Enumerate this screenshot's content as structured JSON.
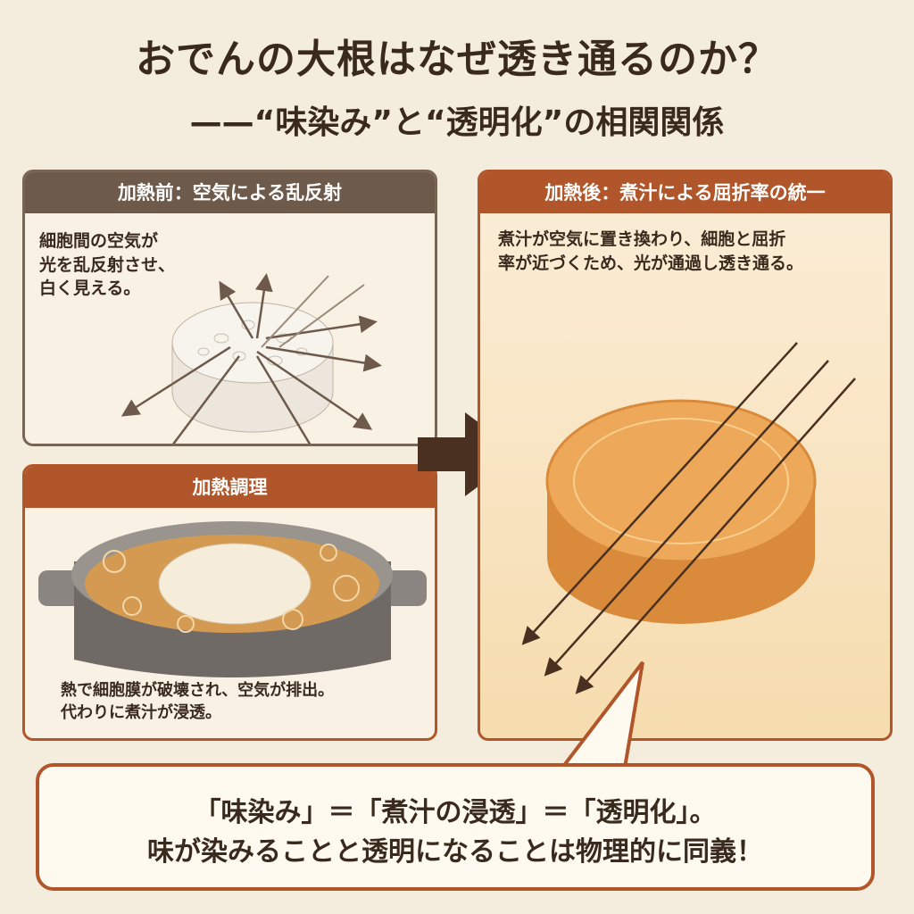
{
  "title": "おでんの大根はなぜ透き通るのか？",
  "subtitle": "——“味染み”と“透明化”の相関関係",
  "before": {
    "header": "加熱前：空気による乱反射",
    "text": [
      "細胞間の空気が",
      "光を乱反射させ、",
      "白く見える。"
    ]
  },
  "cooking": {
    "header": "加熱調理",
    "text": [
      "熱で細胞膜が破壊され、空気が排出。",
      "代わりに煮汁が浸透。"
    ]
  },
  "after": {
    "header": "加熱後：煮汁による屈折率の統一",
    "text": [
      "煮汁が空気に置き換わり、細胞と屈折",
      "率が近づくため、光が通過し透き通る。"
    ]
  },
  "conclusion": [
    "「味染み」＝「煮汁の浸透」＝「透明化」。",
    "味が染みることと透明になることは物理的に同義！"
  ],
  "colors": {
    "accent": "#b0562a",
    "dark": "#6e5a4a",
    "arrow": "#4a3020"
  }
}
